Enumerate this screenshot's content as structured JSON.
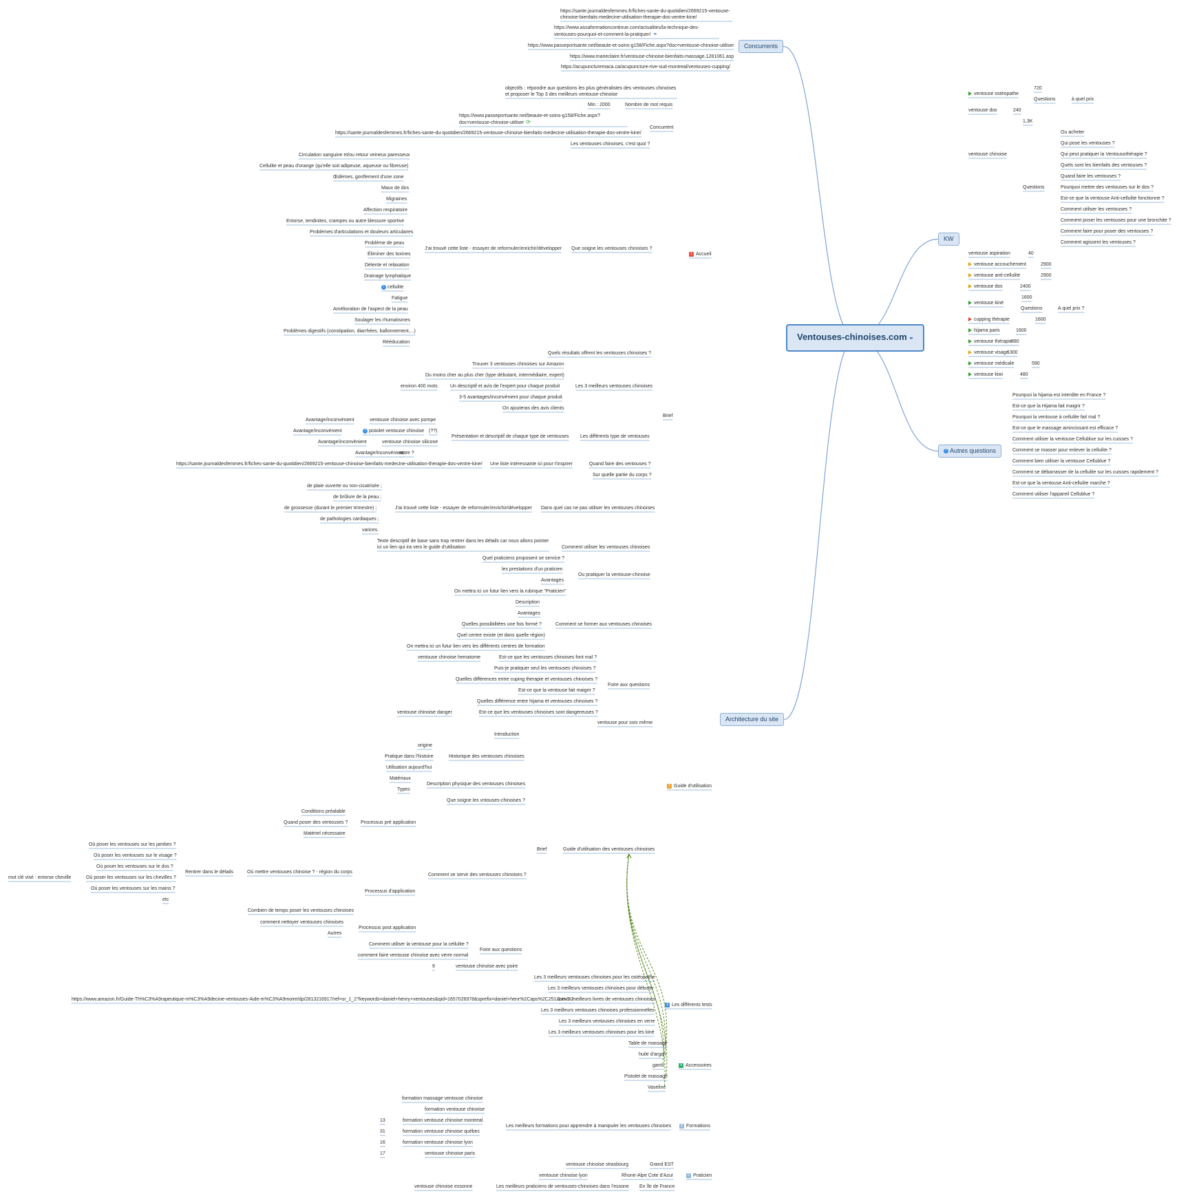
{
  "central": {
    "title": "Ventouses-chinoises.com",
    "link_icon": "link-icon"
  },
  "concurrents": {
    "label": "Concurrents",
    "links": [
      "https://sante.journaldesfemmes.fr/fiches-sante-du-quotidien/2669215-ventouse-chinoise-bienfaits-medecine-utilisation-therapie-dos-ventre-kine/",
      "https://www.assaformationcontinue.com/actualites/la-technique-des-ventouses-pourquoi-et-comment-la-pratiquer/",
      "https://www.passeportsante.net/beaute-et-soins-g158/Fiche.aspx?doc=ventouse-chinoise-utiliser",
      "https://www.marieclaire.fr/ventouse-chinoise-bienfaits-massage,1281061.asp",
      "https://acupuncturemaca.ca/acupuncture-rive-sud-montreal/ventouses-cupping/"
    ]
  },
  "kw": {
    "label": "KW",
    "osteo": {
      "label": "ventouse ostéopathe",
      "volume": "720",
      "questions_label": "Questions",
      "question": "à quel prix"
    },
    "dos_plain": {
      "label": "ventouse dos",
      "volume": "240"
    },
    "chinoise": {
      "label": "ventouse chinoise",
      "volume": "1,3K",
      "questions_label": "Questions",
      "questions": [
        "Ou acheter",
        "Qui pose les ventouses ?",
        "Qui peut pratiquer la Ventousothérapie ?",
        "Quels sont les bienfaits des ventouses ?",
        "Quand faire les ventouses ?",
        "Pourquoi mettre des ventouses sur le dos ?",
        "Est-ce que la ventouse Anti-cellulite fonctionne ?",
        "Comment utiliser les ventouses ?",
        "Comment poser les ventouses pour une bronchite ?",
        "Comment faire pour poser des ventouses ?",
        "Comment agissent les ventouses ?"
      ]
    },
    "list": [
      {
        "label": "ventouse aspiration",
        "volume": "40",
        "flag": ""
      },
      {
        "label": "ventouse accouchement",
        "volume": "2900",
        "flag": "y"
      },
      {
        "label": "ventouse anti-cellulite",
        "volume": "2900",
        "flag": "y"
      },
      {
        "label": "ventouse dos",
        "volume": "2400",
        "flag": "y"
      },
      {
        "label": "ventouse kiné",
        "volume": "1600",
        "flag": "g"
      },
      {
        "label": "cupping thérapie",
        "volume": "1600",
        "flag": "r"
      },
      {
        "label": "hijama paris",
        "volume": "1600",
        "flag": "g"
      },
      {
        "label": "ventouse thérapie",
        "volume": "880",
        "flag": "g"
      },
      {
        "label": "ventouse visage",
        "volume": "1300",
        "flag": "y"
      },
      {
        "label": "ventouse médicale",
        "volume": "590",
        "flag": "g"
      },
      {
        "label": "ventouse kiwi",
        "volume": "480",
        "flag": "g"
      }
    ],
    "kine_questions_label": "Questions",
    "kine_question": "A quel prix ?"
  },
  "autres_questions": {
    "label": "Autres questions",
    "items": [
      "Pourquoi la hijama est interdite en France ?",
      "Est-ce que la Hijama fait maigrir ?",
      "Pourquoi la ventouse à cellulite fait mal ?",
      "Est-ce que le massage amincissant est efficace ?",
      "Comment utiliser la ventouse Cellublue sur les cuisses ?",
      "Comment se masser pour enlever la cellulite ?",
      "Comment bien utiliser la ventouse Cellublue ?",
      "Comment se débarrasser de la cellulite sur les cuisses rapidement ?",
      "Est-ce que la ventouse Anti-cellulite marche ?",
      "Comment utiliser l'appareil Cellublue ?"
    ]
  },
  "architecture": {
    "label": "Architecture du site",
    "accueil": {
      "label": "Accueil",
      "badge": "1",
      "objectif": "objectifs : répondre aux questions les plus généralistes des ventouses chinoises et proposer le Top 3 des meilleurs ventouse-chinoise",
      "nombre_mots": "Nombre de mot requis",
      "min": "Min : 2000",
      "concurrent": "Concurrent",
      "concurrent_links": [
        "https://www.passeportsante.net/beaute-et-soins-g158/Fiche.aspx?doc=ventouse-chinoise-utiliser",
        "https://sante.journaldesfemmes.fr/fiches-sante-du-quotidien/2669215-ventouse-chinoise-bienfaits-medecine-utilisation-therapie-dos-ventre-kine/"
      ],
      "brief": "Brief",
      "cest_quoi": "Les ventouses chinoises, c'est quoi ?",
      "que_soigne": "Que soigne les ventouses chinoises ?",
      "liste_note": "J'ai trouvé cette liste - essayer de reformuler/enrichir/développer",
      "soins": [
        "Circulation sanguine et/ou retour veineux paresseux",
        "Cellulite et peau d'orange (qu'elle soit adipeuse, aqueuse ou fibreuse)",
        "Œdèmes, gonflement d'une zone",
        "Maux de dos",
        "Migraines",
        "Affection respiratoire",
        "Entorse, tendinites, crampes ou autre blessure sportive",
        "Problèmes d'articulations et douleurs articulaires",
        "Problème de peau",
        "Éliminer des toxines",
        "Détente et relaxation",
        "Drainage lymphatique",
        "cellulite",
        "Fatigue",
        "Amélioration de l'aspect de la peau",
        "Soulager les rhumatismes",
        "Problèmes digestifs (constipation, diarrhées, ballonnement,...)",
        "Rééducation"
      ],
      "resultats": "Quels résultats offrent les ventouses chinoises ?",
      "top3": "Les 3 meilleurs ventouses chinoises",
      "top3_items": [
        "Trouver 3 ventouses chinoises sur Amazon",
        "Du moins cher au plus cher (type débutant, intermédiaire, expert)",
        "Un descriptif et avis de l'expert pour chaque produit",
        "3-5 avantages/inconvénient pour chaque produit",
        "On ajouteras des avis clients"
      ],
      "environ": "environ 400 mots",
      "types": "Les différents type de ventouses",
      "presentation": "Présentation et descriptif de chaque type de ventouses",
      "types_items": [
        "ventouse chinoise avec pompe",
        "pistolet ventouse chinoise",
        "ventouse chinoise silicone",
        "autre ?"
      ],
      "avantage": "Avantage/inconvénient",
      "qq": "(??)",
      "quand": "Quand faire des ventouses ?",
      "liste_inspirer": "Une liste intéressante ici pour t'inspirer",
      "quand_link": "https://sante.journaldesfemmes.fr/fiches-sante-du-quotidien/2669215-ventouse-chinoise-bienfaits-medecine-utilisation-therapie-dos-ventre-kine/",
      "partie": "Sur quelle partie du corps ?",
      "pas_utiliser": "Dans quel cas ne pas utiliser les ventouses chinoises",
      "pas_items": [
        "de plaie ouverte ou non-cicatrisée ;",
        "de brûlure de la peau ;",
        "de grossesse (durant le premier trimestre) ;",
        "de pathologies cardiaques ;",
        "varices."
      ],
      "comment_utiliser": "Comment utiliser les ventouses chinoises",
      "texte_desc": "Texte descriptif de base sans trop rentrer dans les détails car nous allons pointer ici un lien qui ira vers le guide d'utilisation",
      "ou_pratiquer": "Ou pratiquer la ventouse-chinoise",
      "pratiquer_items": [
        "Quel praticiens proposent se service ?",
        "les prestations d'un praticien",
        "Avantages",
        "On mettra ici un futur lien vers la rubrique \"Praticien\""
      ],
      "former": "Comment se former aux ventouses chinoises",
      "former_items": [
        "Description",
        "Avantages",
        "Quelles possibilitées une fois formé ?",
        "Quel centre existe (et dans quelle région)",
        "On mettra ici un futur lien vers les différents centres de formation"
      ],
      "faq": "Foire aux questions",
      "faq_items": [
        "Est-ce que les ventouses chinoises font mal ?",
        "Puis-je pratiquer seul les ventouses chinoises ?",
        "Quelles différences entre cuping therapie et ventouses chinoises ?",
        "Est-ce que la ventouse fait maigrir ?",
        "Quelles différence entre hijama et ventouses chinoises ?",
        "Est-ce que les ventouses chinoises sont dangereuses ?"
      ],
      "hematome": "ventouse chinoise hematome",
      "danger": "ventouse chinoise danger"
    },
    "guide": {
      "label": "Guide d'utilisation",
      "badge": "2",
      "soi_meme": "ventouse pour sois même",
      "guide_title": "Guide d'utilisation des ventouses chinoises",
      "brief": "Brief",
      "introduction": "Introduction",
      "historique": "Historique des ventouses chinoises",
      "hist_items": [
        "origine",
        "Pratique dans l'histoire",
        "Utilisation aujourd'hui"
      ],
      "description": "Description physique des ventouses chinoises",
      "desc_items": [
        "Matériaux",
        "Types"
      ],
      "que_soigne": "Que soigne les vntouses-chinoises ?",
      "se_servir": "Comment se servir des ventouses chinoises ?",
      "pre_app": "Processus pré application",
      "pre_items": [
        "Conditions préalable",
        "Quand poser des ventouses ?",
        "Matériel nécessaire"
      ],
      "app": "Processus d'application",
      "ou_mettre": "Où mettre ventouses chinoise ? - région du corps",
      "rentrer": "Rentrer dans le détails",
      "ou_items": [
        "Où poser les ventouses sur les jambes ?",
        "Où poser les ventouses sur le visage ?",
        "Où poser les ventouses sur le dos ?",
        "Où poser les ventouses sur les chevilles ?",
        "Où poser les ventouses sur les mains ?",
        "etc"
      ],
      "mot_cle": "mot clé visé : entorse cheville",
      "combien": "Combien de temps poser les ventouses chinoises",
      "post_app": "Processus post application",
      "post_items": [
        "comment nettoyer ventouses chinoises",
        "Autres"
      ],
      "faq": "Foire aux questions",
      "faq_items": [
        "Comment utiliser la ventouse pour la cellulite ?",
        "comment faire ventouse chinoise avec verre normal"
      ],
      "poire": "ventouse chinoise avec poire",
      "poire_num": "9"
    },
    "tests": {
      "label": "Les différents tests",
      "badge": "3",
      "items": [
        "Les 3 meilleurs ventouses chinoises pour les ostéopathe",
        "Les 3 meilleurs ventouses chinoises pour débuter",
        "Les 3 meilleurs livres de ventouses chinoises",
        "Les 3 meilleurs ventouses chinoises professionnelles",
        "Les 3 meilleurs ventouses chinoises en verre",
        "Les 3 meilleurs ventouses chinoises pour les kiné"
      ],
      "amazon_link": "https://www.amazon.fr/Guide-Th%C3%A9rapeutique-m%C3%A9decine-ventouses-Aide-m%C3%A9moire/dp/2813216917/ref=sr_1_2?keywords=daniel+henry+ventouses&qid=1657026978&sprefix=daniel+henr%2Caps%2C251&sr=8-2"
    },
    "accessoires": {
      "label": "Accessoires",
      "badge": "4",
      "items": [
        "Table de massage",
        "huile d'argan",
        "gants",
        "Pistolet de massage",
        "Vaseline"
      ]
    },
    "formations": {
      "label": "Formations",
      "badge": "5",
      "meilleures": "Les meilleurs formations pour apprendre à manipuler les ventouses chinoises",
      "items": [
        {
          "label": "formation massage ventouse chinoise",
          "num": ""
        },
        {
          "label": "formation ventouse chinoise",
          "num": ""
        },
        {
          "label": "formation ventouse chinoise montreal",
          "num": "13"
        },
        {
          "label": "formation ventouse chinoise québec",
          "num": "31"
        },
        {
          "label": "formation ventouse chinoise lyon",
          "num": "16"
        },
        {
          "label": "ventouse chinoise paris",
          "num": "17"
        }
      ]
    },
    "praticien": {
      "label": "Praticien",
      "badge": "6",
      "regions": [
        {
          "region": "Grand EST",
          "kw": "ventouse chinoise strasbourg"
        },
        {
          "region": "Rhone-Alpe Cote d'Azur",
          "kw": "ventouse chinoise lyon"
        },
        {
          "region": "En île de France",
          "kw": "Les meilleurs praticiens de ventouses-chinoises dans l'essone"
        }
      ],
      "essonne": "ventouse chinoise essonne"
    }
  },
  "colors": {
    "branch": "#7fa6d3",
    "relation": "#5f8d2a",
    "topic_bg": "#dbe6f4",
    "topic_border": "#8aaed6"
  }
}
